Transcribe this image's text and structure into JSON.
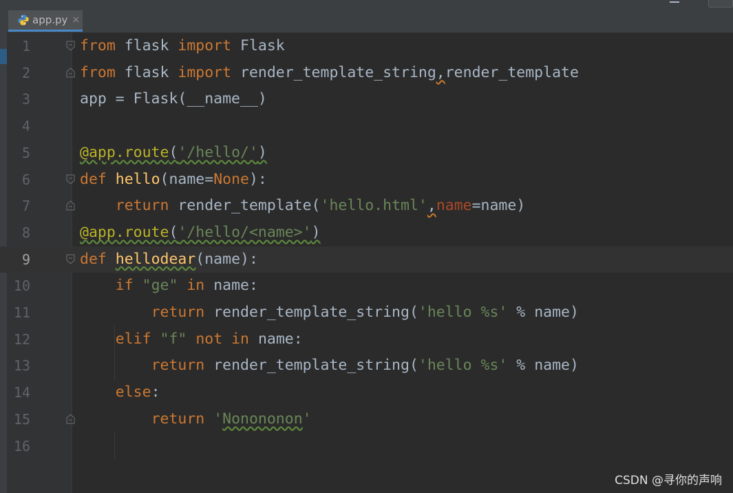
{
  "tab": {
    "filename": "app.py",
    "close": "×",
    "icon": "python-file-icon"
  },
  "colors": {
    "background": "#2b2b2b",
    "keyword": "#cc7832",
    "string": "#6a8759",
    "decorator": "#bbb529",
    "function": "#ffc66d",
    "parameter": "#aa4926",
    "text": "#a9b7c6",
    "line_number": "#606366"
  },
  "editor": {
    "current_line": 9,
    "lines": [
      {
        "n": "1",
        "t": {
          "a": "from",
          "b": " flask ",
          "c": "import",
          "d": " Flask"
        }
      },
      {
        "n": "2",
        "t": {
          "a": "from",
          "b": " flask ",
          "c": "import",
          "d": " render_template_string",
          "e": ",",
          "f": "render_template"
        }
      },
      {
        "n": "3",
        "t": {
          "a": "app = Flask(__name__)"
        }
      },
      {
        "n": "4",
        "t": {}
      },
      {
        "n": "5",
        "t": {
          "a": "@app.route",
          "b": "(",
          "c": "'/hello/'",
          "d": ")"
        }
      },
      {
        "n": "6",
        "t": {
          "a": "def",
          "b": " ",
          "c": "hello",
          "d": "(name=",
          "e": "None",
          "f": "):"
        }
      },
      {
        "n": "7",
        "t": {
          "a": "    ",
          "b": "return",
          "c": " render_template(",
          "d": "'hello.html'",
          "e": ",",
          "f": "name",
          "g": "=name)"
        }
      },
      {
        "n": "8",
        "t": {
          "a": "@app.route",
          "b": "(",
          "c": "'/hello/<name>'",
          "d": ")"
        }
      },
      {
        "n": "9",
        "t": {
          "a": "def",
          "b": " ",
          "c": "hellodear",
          "d": "(name):"
        }
      },
      {
        "n": "10",
        "t": {
          "a": "    ",
          "b": "if",
          "c": " ",
          "d": "\"ge\"",
          "e": " ",
          "f": "in",
          "g": " name:"
        }
      },
      {
        "n": "11",
        "t": {
          "a": "        ",
          "b": "return",
          "c": " render_template_string(",
          "d": "'hello %s'",
          "e": " % name)"
        }
      },
      {
        "n": "12",
        "t": {
          "a": "    ",
          "b": "elif",
          "c": " ",
          "d": "\"f\"",
          "e": " ",
          "f": "not",
          "g": " ",
          "h": "in",
          "i": " name:"
        }
      },
      {
        "n": "13",
        "t": {
          "a": "        ",
          "b": "return",
          "c": " render_template_string(",
          "d": "'hello %s'",
          "e": " % name)"
        }
      },
      {
        "n": "14",
        "t": {
          "a": "    ",
          "b": "else",
          "c": ":"
        }
      },
      {
        "n": "15",
        "t": {
          "a": "        ",
          "b": "return",
          "c": " ",
          "d": "'",
          "e": "Nonononon",
          "f": "'"
        }
      },
      {
        "n": "16",
        "t": {}
      }
    ]
  },
  "watermark": "CSDN @寻你的声响"
}
